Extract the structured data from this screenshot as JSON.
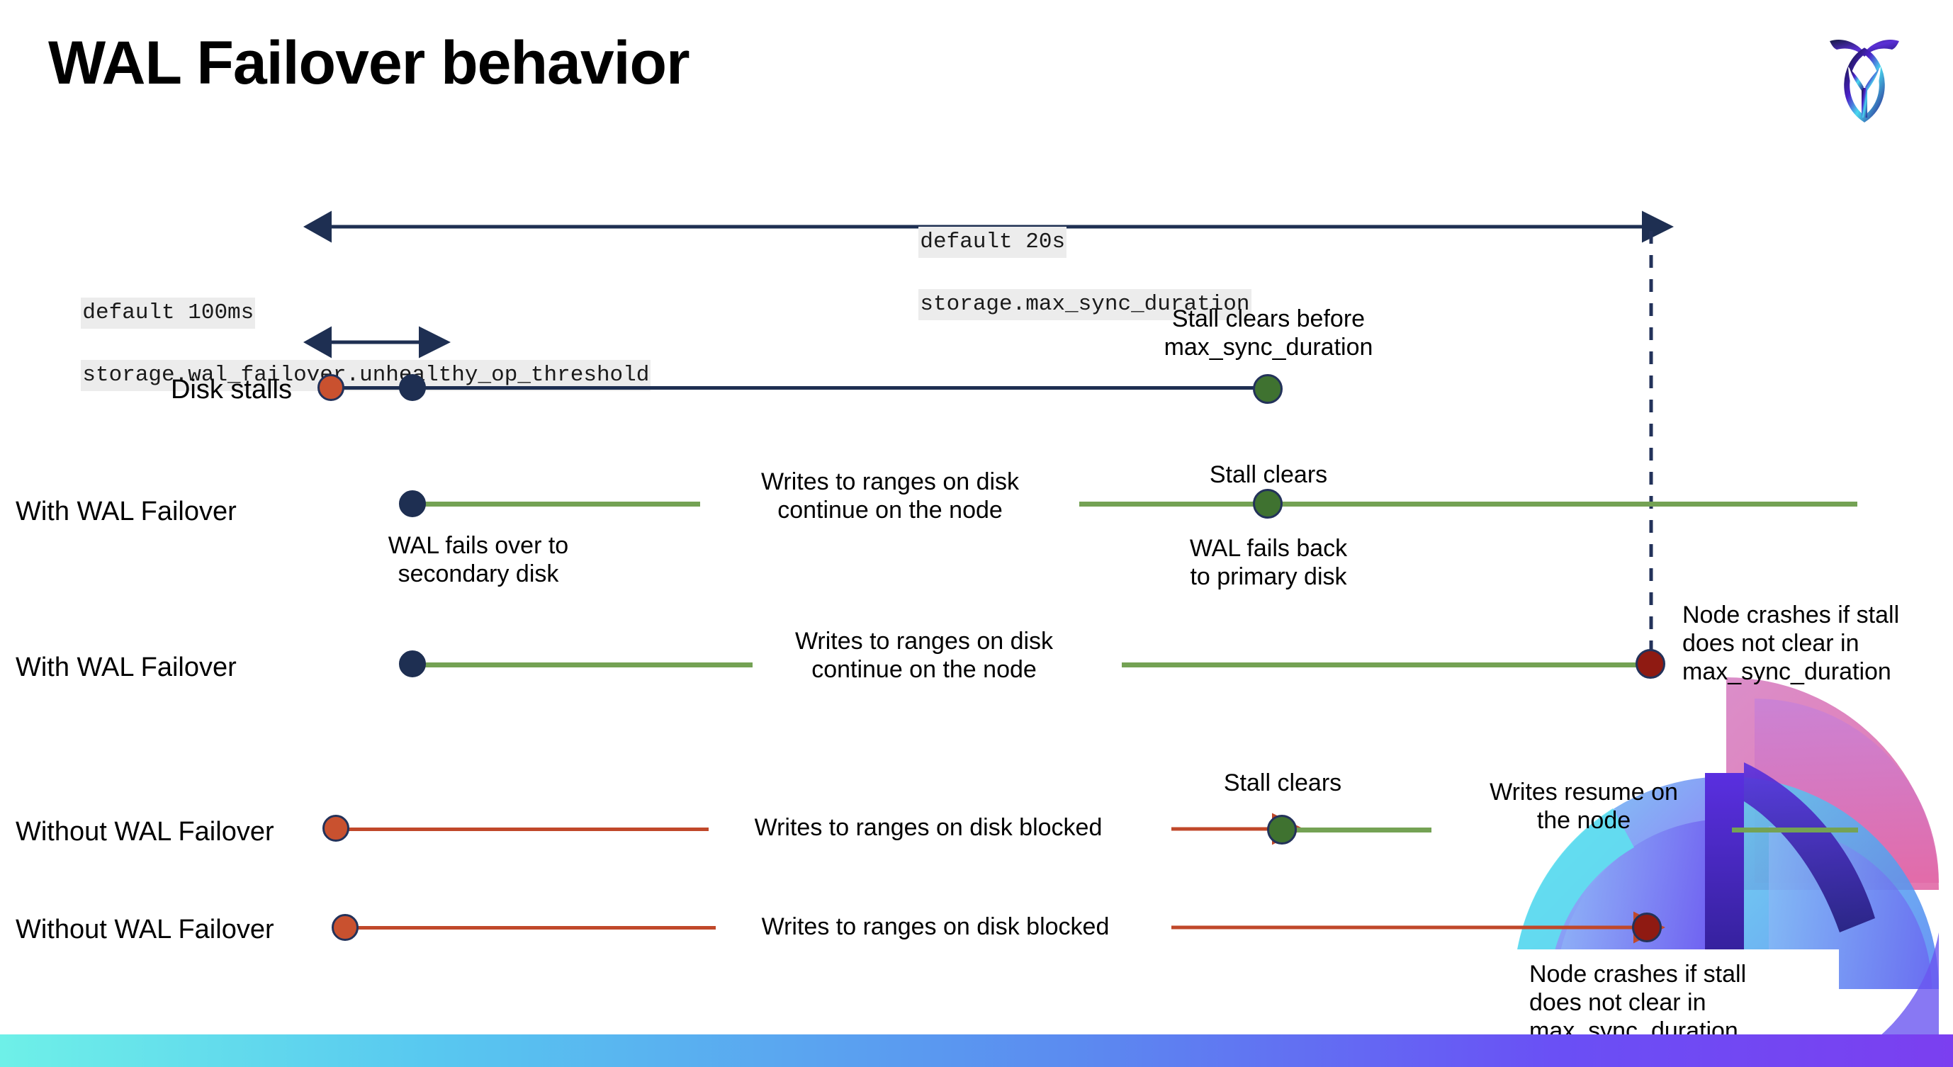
{
  "slide": {
    "title": "WAL Failover behavior",
    "logo_name": "cockroachdb-logo"
  },
  "annotations": {
    "max_sync": {
      "line1": "default 20s",
      "line2": "storage.max_sync_duration"
    },
    "unhealthy": {
      "line1": "default 100ms",
      "line2": "storage.wal_failover.unhealthy_op_threshold"
    }
  },
  "rows": [
    {
      "label": "Disk stalls",
      "note_above": "Stall clears before\nmax_sync_duration"
    },
    {
      "label": "With WAL Failover",
      "note_below_start": "WAL fails over to\nsecondary disk",
      "note_mid": "Writes to ranges on disk\ncontinue on the node",
      "note_above_clear": "Stall clears",
      "note_below_clear": "WAL fails  back\nto primary disk"
    },
    {
      "label": "With WAL Failover",
      "note_mid": "Writes to ranges on disk\ncontinue on the node",
      "note_crash": "Node crashes if stall\ndoes not clear in\nmax_sync_duration"
    },
    {
      "label": "Without WAL Failover",
      "note_mid": "Writes to ranges on disk  blocked",
      "note_above_clear": "Stall clears",
      "note_resume": "Writes resume on\nthe node"
    },
    {
      "label": "Without WAL Failover",
      "note_mid": "Writes to ranges on disk  blocked",
      "note_crash": "Node crashes if stall\ndoes not clear in\nmax_sync_duration"
    }
  ],
  "colors": {
    "navy": "#1e2f52",
    "green_line": "#74a254",
    "green_dot": "#3f7230",
    "orange_line": "#c0482a",
    "orange_dot": "#c9512f",
    "dark_red": "#8f1a12",
    "code_bg": "#ececec",
    "bar_gradient_start": "#6ef0e8",
    "bar_gradient_end": "#7b3ff0"
  }
}
